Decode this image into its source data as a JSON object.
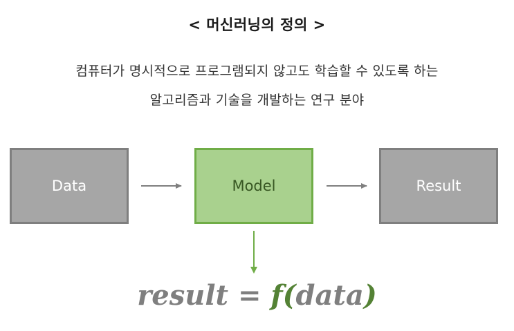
{
  "title": "< 머신러닝의 정의 >",
  "description": {
    "line1": "컴퓨터가 명시적으로 프로그램되지 않고도 학습할 수 있도록 하는",
    "line2": "알고리즘과 기술을 개발하는 연구 분야"
  },
  "nodes": {
    "data": "Data",
    "model": "Model",
    "result": "Result"
  },
  "formula": {
    "result": "result",
    "equals": " = ",
    "func": "f",
    "open_paren": "(",
    "arg": "data",
    "close_paren": ")"
  },
  "colors": {
    "gray_box": "#a6a6a6",
    "gray_border": "#7f7f7f",
    "green_box": "#a9d18e",
    "green_border": "#70ad47",
    "arrow_gray": "#7f7f7f",
    "arrow_green": "#70ad47"
  }
}
